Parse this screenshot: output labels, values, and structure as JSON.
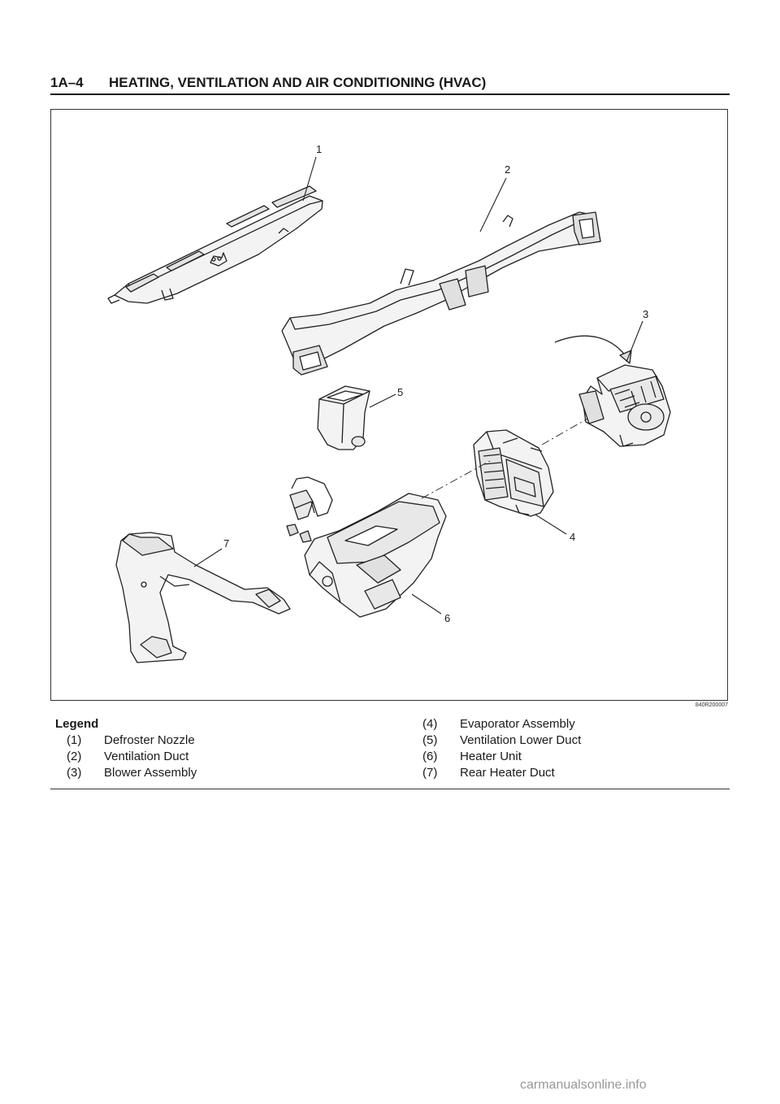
{
  "header": {
    "page_number": "1A–4",
    "title": "HEATING, VENTILATION AND AIR CONDITIONING (HVAC)"
  },
  "figure": {
    "code": "840R200007",
    "callouts": [
      "1",
      "2",
      "3",
      "4",
      "5",
      "6",
      "7"
    ]
  },
  "legend": {
    "title": "Legend",
    "left_items": [
      {
        "num": "(1)",
        "text": "Defroster Nozzle"
      },
      {
        "num": "(2)",
        "text": "Ventilation Duct"
      },
      {
        "num": "(3)",
        "text": "Blower Assembly"
      }
    ],
    "right_items": [
      {
        "num": "(4)",
        "text": "Evaporator Assembly"
      },
      {
        "num": "(5)",
        "text": "Ventilation Lower Duct"
      },
      {
        "num": "(6)",
        "text": "Heater Unit"
      },
      {
        "num": "(7)",
        "text": "Rear Heater Duct"
      }
    ]
  },
  "watermark": "carmanualsonline.info"
}
